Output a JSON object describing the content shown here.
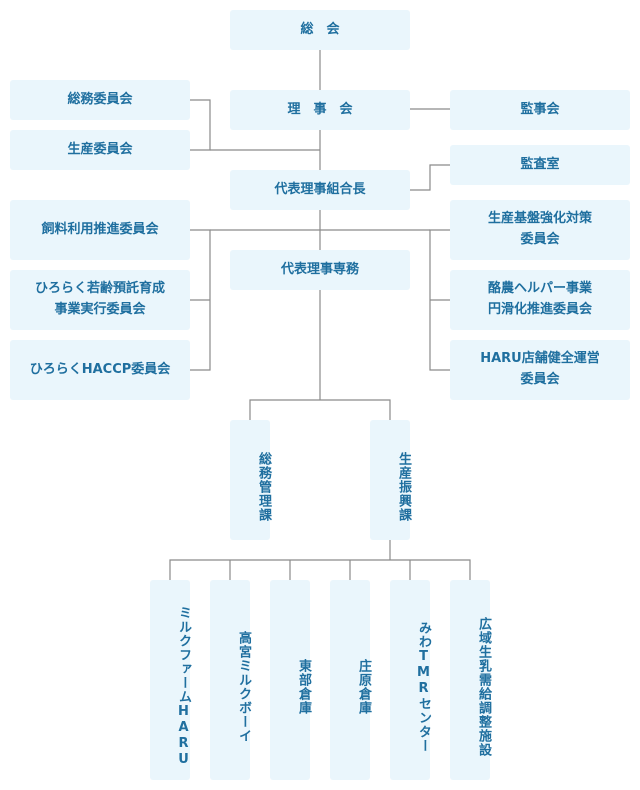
{
  "chart": {
    "general_meeting": "総　会",
    "board": "理　事　会",
    "auditor": "監事会",
    "general_affairs_committee": "総務委員会",
    "production_committee": "生産委員会",
    "president": "代表理事組合長",
    "audit_office": "監査室",
    "feed_committee": "飼料利用推進委員会",
    "youth_committee": "ひろらく若齢預託育成\n事業実行委員会",
    "haccp_committee": "ひろらくHACCP委員会",
    "base_committee": "生産基盤強化対策\n委員会",
    "helper_committee": "酪農ヘルパー事業\n円滑化推進委員会",
    "store_committee": "HARU店舗健全運営\n委員会",
    "managing_director": "代表理事専務",
    "general_affairs_section": "総務管理課",
    "production_section": "生産振興課",
    "units": [
      "ミルクファームHARU",
      "高宮ミルクボーイ",
      "東部倉庫",
      "庄原倉庫",
      "みわTMRセンター",
      "広域生乳需給調整施設"
    ]
  }
}
